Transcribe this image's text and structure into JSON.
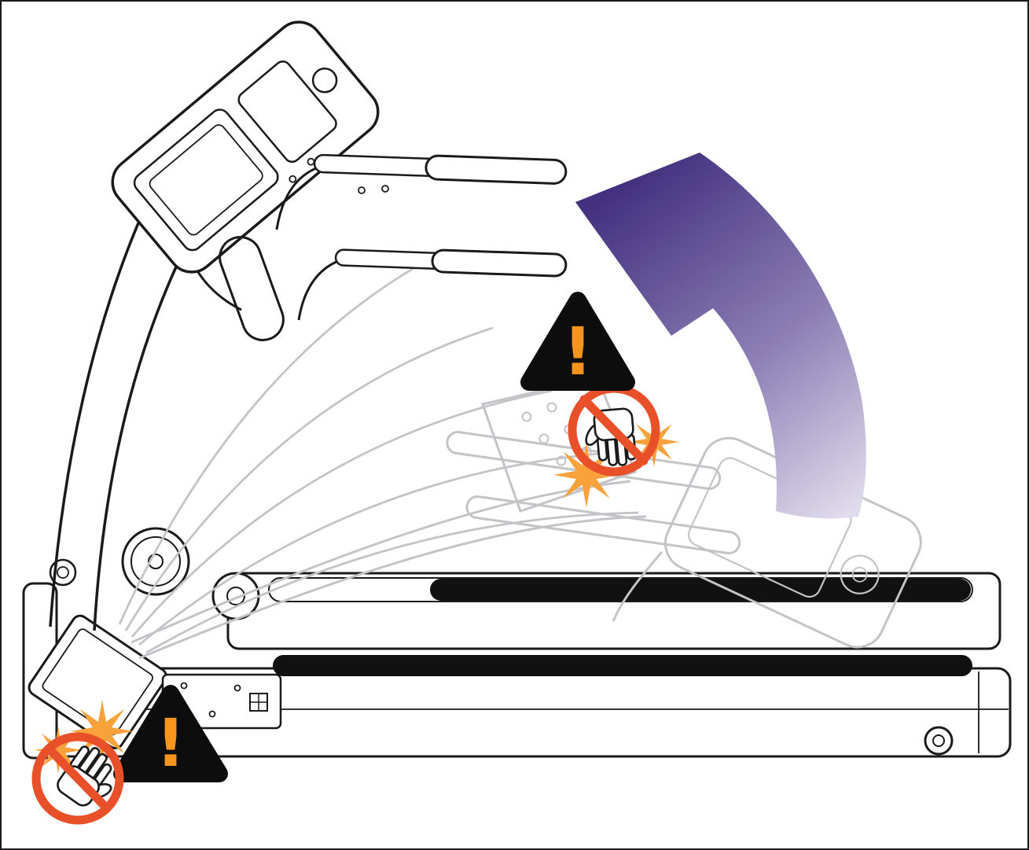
{
  "figure": {
    "kind": "safety-instruction-diagram",
    "subject": "treadmill-console-fold-up-pinch-point-warning",
    "warning": {
      "exclamation": "!"
    },
    "colors": {
      "background": "#ffffff",
      "frame": "#1a1a1a",
      "machine_outline": "#1a1a1a",
      "machine_fill": "#ffffff",
      "ghost_outline": "#c4c4c8",
      "rail_strip": "#111111",
      "arrow_dark": "#43317f",
      "arrow_mid": "#8d7fb5",
      "arrow_light": "#e0dbec",
      "warning_triangle": "#0d0d0d",
      "warning_mark": "#f7941e",
      "prohibition_ring": "#e8502a",
      "starburst": "#f9a13a",
      "hand_fill": "#ffffff",
      "hand_outline": "#1a1a1a"
    },
    "symbols": {
      "rotation_arrow": "fold-up-rotation-arrow",
      "warning_upper": "warning-triangle",
      "warning_lower": "warning-triangle",
      "pinch_upper": "no-hands-prohibition",
      "pinch_lower": "no-hands-prohibition"
    }
  }
}
